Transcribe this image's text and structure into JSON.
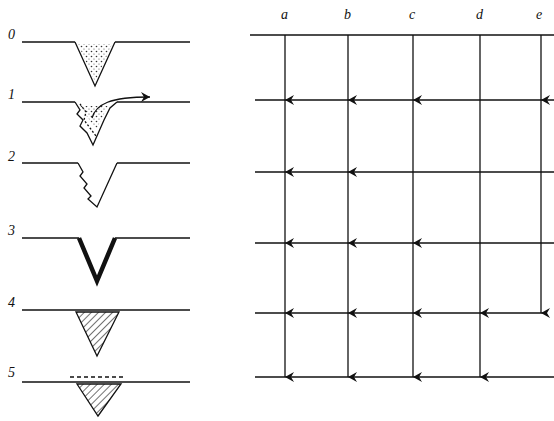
{
  "diagram": {
    "labels": [
      "0",
      "1",
      "2",
      "3",
      "4",
      "5",
      "a",
      "b",
      "c",
      "d",
      "e"
    ]
  }
}
